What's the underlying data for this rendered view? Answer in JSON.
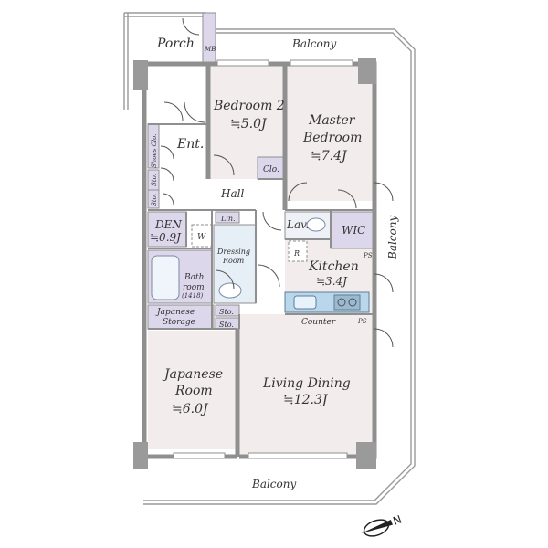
{
  "rooms": {
    "porch": "Porch",
    "entrance": "Ent.",
    "bedroom2_name": "Bedroom 2",
    "bedroom2_size": "≒5.0J",
    "master_name1": "Master",
    "master_name2": "Bedroom",
    "master_size": "≒7.4J",
    "closet": "Clo.",
    "hall": "Hall",
    "lavatory": "Lav.",
    "wic": "WIC",
    "den": "DEN",
    "den_size": "≒0.9J",
    "washer": "W",
    "linen": "Lin.",
    "dressing1": "Dressing",
    "dressing2": "Room",
    "bath1": "Bath",
    "bath2": "room",
    "bath_size": "(1418)",
    "japanese_storage1": "Japanese",
    "japanese_storage2": "Storage",
    "storage": "Sto.",
    "shoes_closet": "Shoes Clo.",
    "kitchen_name": "Kitchen",
    "kitchen_size": "≒3.4J",
    "refrigerator": "R",
    "counter": "Counter",
    "ps": "PS",
    "mb": "MB",
    "japanese_room1": "Japanese",
    "japanese_room2": "Room",
    "japanese_room_size": "≒6.0J",
    "living1": "Living Dining",
    "living_size": "≒12.3J"
  },
  "balconies": {
    "top": "Balcony",
    "right": "Balcony",
    "bottom": "Balcony"
  },
  "compass": {
    "north": "N"
  },
  "colors": {
    "room_fill": "#f3ecec",
    "wall": "#8f8f8f",
    "storage_fill": "#ddd7ec",
    "kitchen_fill": "#b9d6ea"
  }
}
